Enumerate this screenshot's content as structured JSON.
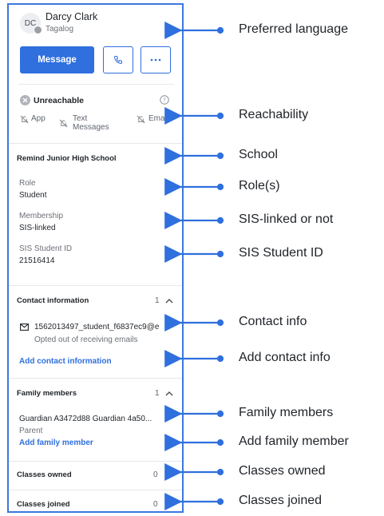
{
  "contact": {
    "initials": "DC",
    "name": "Darcy Clark",
    "language": "Tagalog"
  },
  "actions": {
    "message_label": "Message",
    "call_icon": "phone-icon",
    "more_icon": "ellipsis-icon"
  },
  "reachability": {
    "status": "Unreachable",
    "channels": [
      {
        "label": "App",
        "icon": "bell-off-icon"
      },
      {
        "label": "Text Messages",
        "line1": "Text",
        "line2": "Messages",
        "icon": "bell-off-icon"
      },
      {
        "label": "Email",
        "icon": "bell-off-icon"
      }
    ]
  },
  "school": {
    "name": "Remind Junior High School",
    "fields": [
      {
        "label": "Role",
        "value": "Student"
      },
      {
        "label": "Membership",
        "value": "SIS-linked"
      },
      {
        "label": "SIS Student ID",
        "value": "21516414"
      }
    ]
  },
  "contact_info": {
    "title": "Contact information",
    "count": "1",
    "email": "1562013497_student_f6837ec9@e",
    "note": "Opted out of receiving emails",
    "add_link": "Add contact information"
  },
  "family": {
    "title": "Family members",
    "count": "1",
    "member": "Guardian A3472d88 Guardian 4a50...",
    "relation": "Parent",
    "add_link": "Add family member"
  },
  "classes_owned": {
    "title": "Classes owned",
    "count": "0"
  },
  "classes_joined": {
    "title": "Classes joined",
    "count": "0"
  },
  "annotations": [
    "Preferred language",
    "Reachability",
    "School",
    "Role(s)",
    "SIS-linked or not",
    "SIS Student ID",
    "Contact info",
    "Add contact info",
    "Family members",
    "Add family member",
    "Classes owned",
    "Classes joined"
  ],
  "colors": {
    "accent": "#2f6fde",
    "frame": "#3c78e0",
    "arrow": "#2f6fde"
  }
}
